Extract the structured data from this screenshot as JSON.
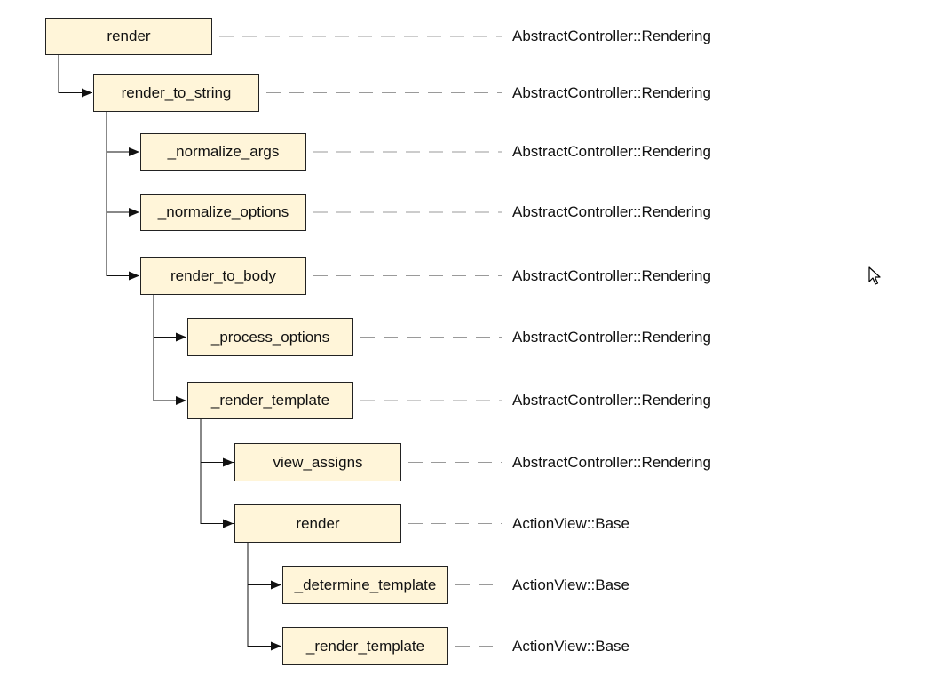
{
  "nodes": [
    {
      "method": "render",
      "owner": "AbstractController::Rendering",
      "depth": 0
    },
    {
      "method": "render_to_string",
      "owner": "AbstractController::Rendering",
      "depth": 1
    },
    {
      "method": "_normalize_args",
      "owner": "AbstractController::Rendering",
      "depth": 2
    },
    {
      "method": "_normalize_options",
      "owner": "AbstractController::Rendering",
      "depth": 2
    },
    {
      "method": "render_to_body",
      "owner": "AbstractController::Rendering",
      "depth": 2
    },
    {
      "method": "_process_options",
      "owner": "AbstractController::Rendering",
      "depth": 3
    },
    {
      "method": "_render_template",
      "owner": "AbstractController::Rendering",
      "depth": 3
    },
    {
      "method": "view_assigns",
      "owner": "AbstractController::Rendering",
      "depth": 4
    },
    {
      "method": "render",
      "owner": "ActionView::Base",
      "depth": 4
    },
    {
      "method": "_determine_template",
      "owner": "ActionView::Base",
      "depth": 5
    },
    {
      "method": "_render_template",
      "owner": "ActionView::Base",
      "depth": 5
    }
  ],
  "parents": [
    null,
    0,
    1,
    1,
    1,
    4,
    4,
    6,
    6,
    8,
    8
  ],
  "colors": {
    "box_fill": "#fff5d9",
    "box_border": "#222222",
    "dash": "#9a9a9a",
    "connector": "#111111"
  },
  "cursor_icon": "mouse-pointer-icon"
}
